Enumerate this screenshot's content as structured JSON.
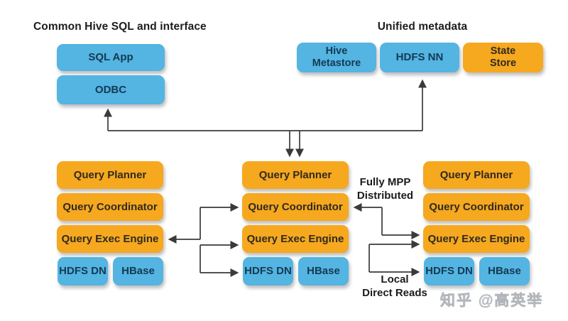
{
  "headings": {
    "left": "Common Hive SQL and interface",
    "right": "Unified metadata"
  },
  "client_boxes": {
    "sql_app": "SQL App",
    "odbc": "ODBC"
  },
  "metadata_boxes": {
    "hive_metastore": {
      "line1": "Hive",
      "line2": "Metastore"
    },
    "hdfs_nn": "HDFS NN",
    "state_store": {
      "line1": "State",
      "line2": "Store"
    }
  },
  "node_columns": [
    {
      "planner": "Query Planner",
      "coordinator": "Query Coordinator",
      "exec_engine": "Query Exec Engine",
      "hdfs_dn": "HDFS DN",
      "hbase": "HBase"
    },
    {
      "planner": "Query Planner",
      "coordinator": "Query Coordinator",
      "exec_engine": "Query Exec Engine",
      "hdfs_dn": "HDFS DN",
      "hbase": "HBase"
    },
    {
      "planner": "Query Planner",
      "coordinator": "Query Coordinator",
      "exec_engine": "Query Exec Engine",
      "hdfs_dn": "HDFS DN",
      "hbase": "HBase"
    }
  ],
  "annotations": {
    "fully_mpp_line1": "Fully MPP",
    "fully_mpp_line2": "Distributed",
    "local_reads_line1": "Local",
    "local_reads_line2": "Direct Reads"
  },
  "watermark": "知乎 @高英举",
  "colors": {
    "box_orange": "#F6A81E",
    "box_blue": "#54B4E2",
    "arrow": "#3A3A3A",
    "watermark_gray": "#C3C7CB"
  }
}
